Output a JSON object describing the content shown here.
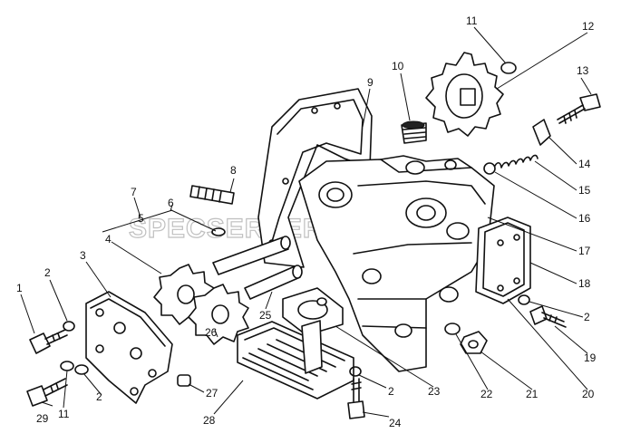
{
  "diagram": {
    "watermark": "SPECSERVER.COM",
    "callouts": [
      "1",
      "2",
      "3",
      "4",
      "5",
      "6",
      "7",
      "8",
      "9",
      "10",
      "11",
      "12",
      "13",
      "14",
      "15",
      "16",
      "17",
      "18",
      "19",
      "20",
      "21",
      "22",
      "23",
      "24",
      "25",
      "26",
      "27",
      "28",
      "29"
    ],
    "duplicate_callouts": [
      "2",
      "2",
      "2",
      "2",
      "11"
    ]
  }
}
